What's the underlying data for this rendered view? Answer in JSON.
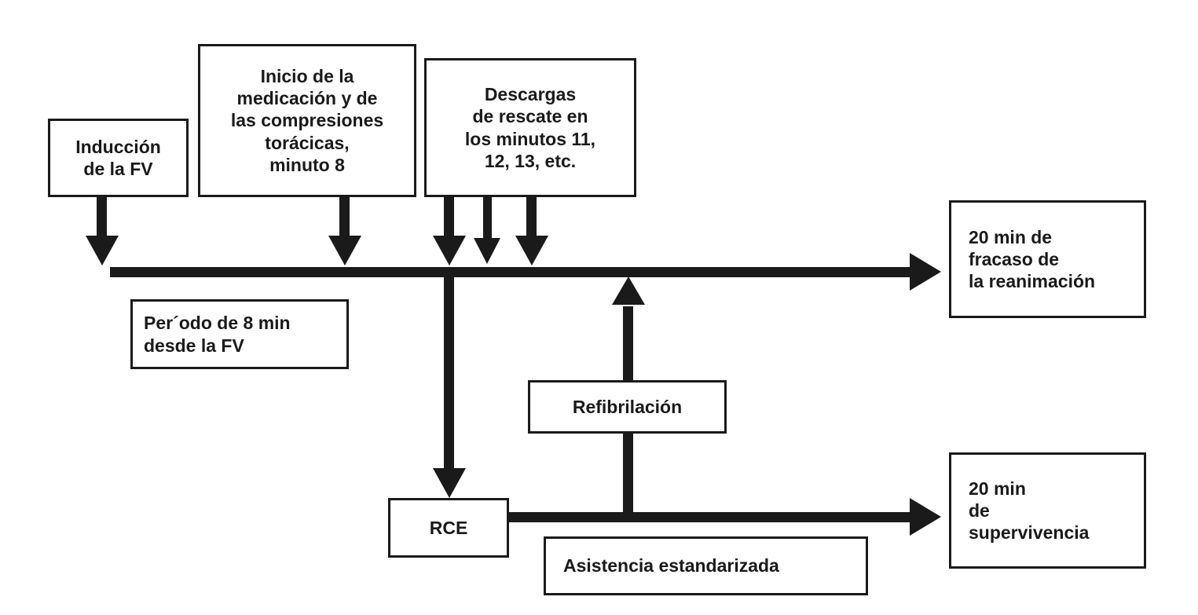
{
  "diagram": {
    "title": "Cronologia del protocolo de reanimacion tras induccion de FV",
    "ink_color": "#1a1a1a",
    "background_color": "#ffffff",
    "nodes": {
      "induccion": {
        "label": "Inducción\nde la FV"
      },
      "inicio_medicacion": {
        "label": "Inicio de la\nmedicación y de\nlas compresiones\ntorácicas,\nminuto 8"
      },
      "descargas": {
        "label": "Descargas\nde rescate en\nlos minutos 11,\n12, 13, etc."
      },
      "periodo": {
        "label": "Per´odo de 8 min\ndesde la FV"
      },
      "refibrilacion": {
        "label": "Refibrilación"
      },
      "rce": {
        "label": "RCE"
      },
      "asistencia": {
        "label": "Asistencia estandarizada"
      },
      "fracaso": {
        "label": "20 min de\nfracaso de\nla reanimación"
      },
      "supervivencia": {
        "label": "20 min\nde\nsupervivencia"
      }
    },
    "connectors": [
      {
        "name": "induccion-to-timeline",
        "from": "induccion",
        "to": "timeline",
        "kind": "arrow-down"
      },
      {
        "name": "inicio-to-timeline",
        "from": "inicio_medicacion",
        "to": "timeline",
        "kind": "arrow-down"
      },
      {
        "name": "descarga-1-to-timeline",
        "from": "descargas",
        "to": "timeline",
        "kind": "arrow-down"
      },
      {
        "name": "descarga-2-to-timeline",
        "from": "descargas",
        "to": "timeline",
        "kind": "arrow-down"
      },
      {
        "name": "descarga-3-to-timeline",
        "from": "descargas",
        "to": "timeline",
        "kind": "arrow-down"
      },
      {
        "name": "timeline-to-fracaso",
        "from": "timeline",
        "to": "fracaso",
        "kind": "arrow-right"
      },
      {
        "name": "timeline-to-rce",
        "from": "timeline",
        "to": "rce",
        "kind": "arrow-down"
      },
      {
        "name": "refibrilacion-to-timeline",
        "from": "refibrilacion",
        "to": "timeline",
        "kind": "arrow-up"
      },
      {
        "name": "rce-to-supervivencia",
        "from": "rce",
        "to": "supervivencia",
        "kind": "arrow-right"
      }
    ]
  }
}
